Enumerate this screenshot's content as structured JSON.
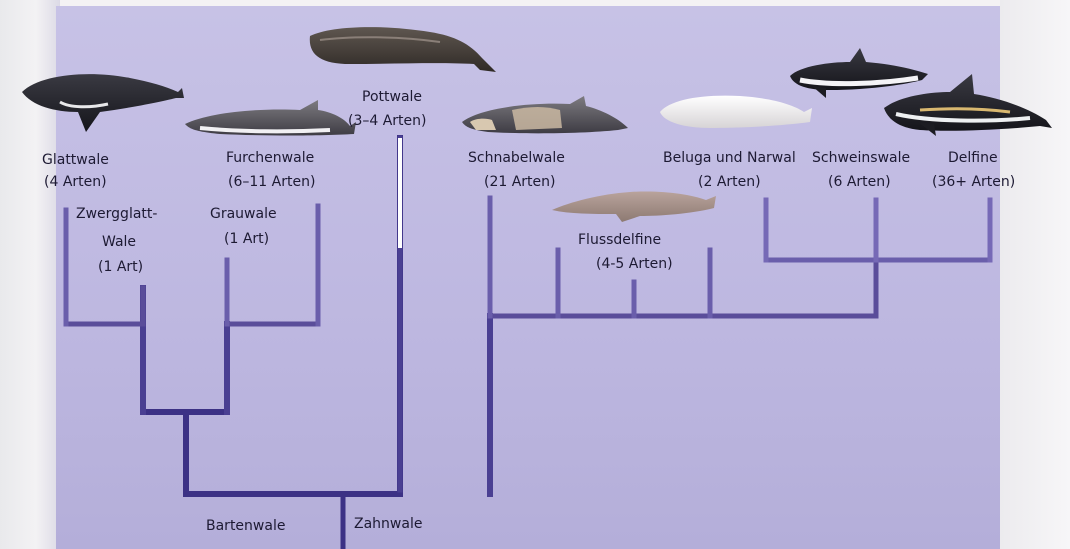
{
  "colors": {
    "panel": "#c2bde3",
    "branch": "#5a4d9a",
    "branch_dark": "#3c3185",
    "sperm_stem": "#ffffff",
    "text": "#1d1a33"
  },
  "groups": [
    {
      "id": "glattwale",
      "name": "Glattwale",
      "count": "(4 Arten)"
    },
    {
      "id": "zwergglattwale",
      "name_line1": "Zwergglatt-",
      "name_line2": "Wale",
      "count": "(1 Art)"
    },
    {
      "id": "grauwale",
      "name": "Grauwale",
      "count": "(1 Art)"
    },
    {
      "id": "furchenwale",
      "name": "Furchenwale",
      "count": "(6–11 Arten)"
    },
    {
      "id": "pottwale",
      "name": "Pottwale",
      "count": "(3–4 Arten)"
    },
    {
      "id": "schnabelwale",
      "name": "Schnabelwale",
      "count": "(21 Arten)"
    },
    {
      "id": "flussdelfine",
      "name": "Flussdelfine",
      "count": "(4-5 Arten)"
    },
    {
      "id": "beluga",
      "name": "Beluga und Narwal",
      "count": "(2 Arten)"
    },
    {
      "id": "schweinswale",
      "name": "Schweinswale",
      "count": "(6 Arten)"
    },
    {
      "id": "delfine",
      "name": "Delfine",
      "count": "(36+ Arten)"
    }
  ],
  "roots": {
    "bartenwale": "Bartenwale",
    "zahnwale": "Zahnwale"
  },
  "animal_icons": [
    "right-whale-icon",
    "minke-whale-icon",
    "sperm-whale-icon",
    "beaked-whale-icon",
    "river-dolphin-icon",
    "beluga-icon",
    "porpoise-icon",
    "dolphin-icon"
  ]
}
